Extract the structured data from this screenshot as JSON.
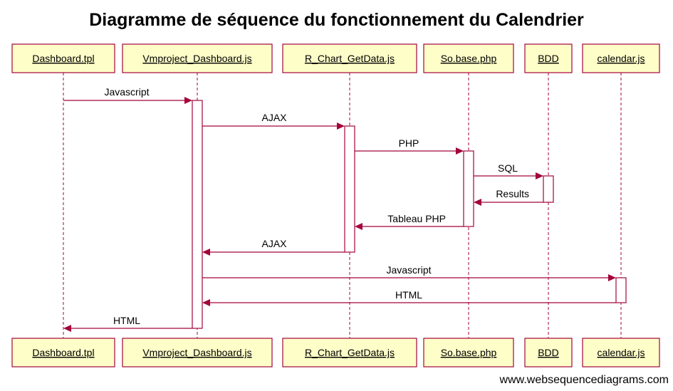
{
  "title": "Diagramme de séquence du fonctionnement du Calendrier",
  "footer": "www.websequencediagrams.com",
  "colors": {
    "accent": "#a3043c",
    "actor_fill": "#fefec8"
  },
  "participants": [
    {
      "id": "dashboard_tpl",
      "label": "Dashboard.tpl"
    },
    {
      "id": "vmproject_dashboard_js",
      "label": "Vmproject_Dashboard.js"
    },
    {
      "id": "r_chart_getdata_js",
      "label": "R_Chart_GetData.js"
    },
    {
      "id": "so_base_php",
      "label": "So.base.php"
    },
    {
      "id": "bdd",
      "label": "BDD"
    },
    {
      "id": "calendar_js",
      "label": "calendar.js"
    }
  ],
  "messages": [
    {
      "from": 0,
      "to": 1,
      "label": "Javascript"
    },
    {
      "from": 1,
      "to": 2,
      "label": "AJAX"
    },
    {
      "from": 2,
      "to": 3,
      "label": "PHP"
    },
    {
      "from": 3,
      "to": 4,
      "label": "SQL"
    },
    {
      "from": 4,
      "to": 3,
      "label": "Results"
    },
    {
      "from": 3,
      "to": 2,
      "label": "Tableau PHP"
    },
    {
      "from": 2,
      "to": 1,
      "label": "AJAX"
    },
    {
      "from": 1,
      "to": 5,
      "label": "Javascript"
    },
    {
      "from": 5,
      "to": 1,
      "label": "HTML"
    },
    {
      "from": 1,
      "to": 0,
      "label": "HTML"
    }
  ]
}
